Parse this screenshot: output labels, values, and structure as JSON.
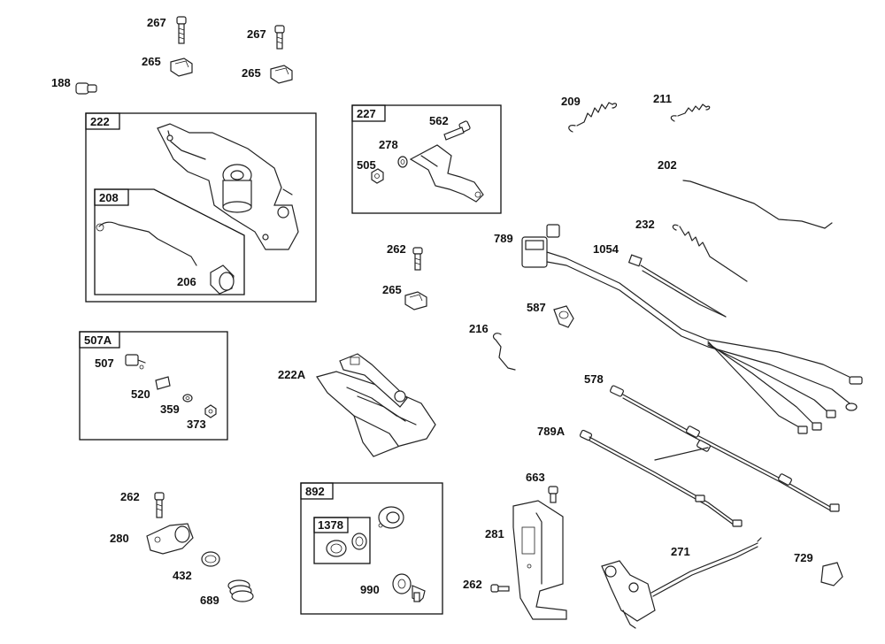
{
  "colors": {
    "line": "#222222",
    "background": "#ffffff",
    "text": "#111111"
  },
  "groups": {
    "g222": "222",
    "g208": "208",
    "g227": "227",
    "g507A": "507A",
    "g892": "892",
    "g1378": "1378"
  },
  "callouts": {
    "c267a": "267",
    "c267b": "267",
    "c265a": "265",
    "c265b": "265",
    "c188": "188",
    "c206": "206",
    "c562": "562",
    "c278": "278",
    "c505": "505",
    "c209": "209",
    "c211": "211",
    "c202": "202",
    "c232": "232",
    "c789": "789",
    "c1054": "1054",
    "c262a": "262",
    "c265c": "265",
    "c587": "587",
    "c216": "216",
    "c507": "507",
    "c520": "520",
    "c359": "359",
    "c373": "373",
    "c222A": "222A",
    "c578": "578",
    "c789A": "789A",
    "c663": "663",
    "c262b": "262",
    "c280": "280",
    "c432": "432",
    "c689": "689",
    "c990": "990",
    "c281": "281",
    "c262c": "262",
    "c271": "271",
    "c729": "729"
  }
}
